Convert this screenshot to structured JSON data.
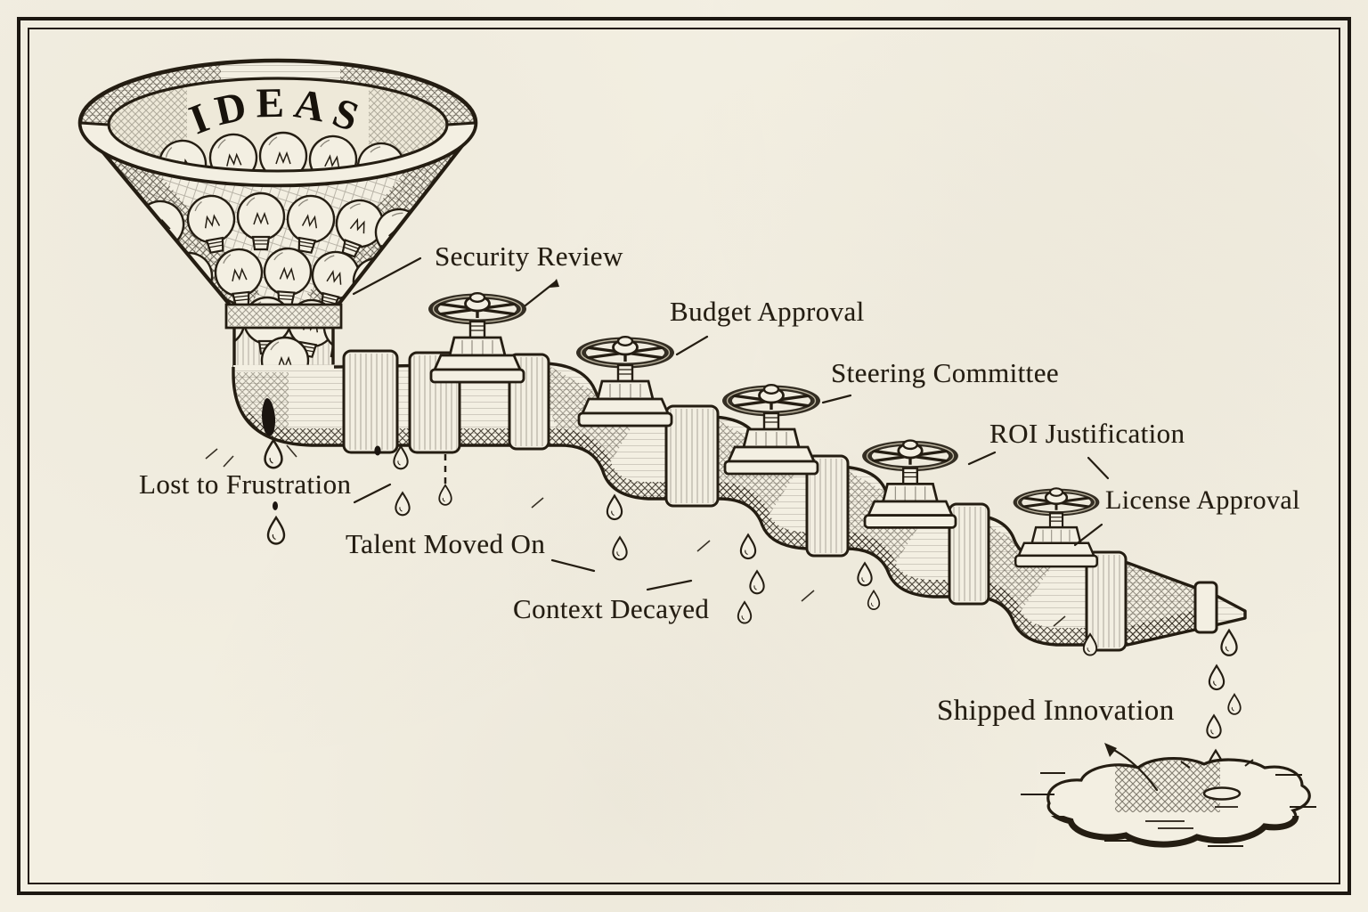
{
  "illustration": {
    "title_funnel": "IDEAS",
    "valves": [
      {
        "label": "Security Review"
      },
      {
        "label": "Budget Approval"
      },
      {
        "label": "Steering Committee"
      },
      {
        "label": "ROI Justification"
      },
      {
        "label": "License Approval"
      }
    ],
    "leaks": [
      {
        "label": "Lost to Frustration"
      },
      {
        "label": "Talent Moved On"
      },
      {
        "label": "Context Decayed"
      }
    ],
    "output": {
      "label": "Shipped Innovation"
    },
    "icons": {
      "funnel": "funnel-with-lightbulbs",
      "valve": "handwheel-valve",
      "drip": "teardrop-drop",
      "puddle": "small-puddle",
      "lightbulb": "incandescent-bulb"
    },
    "colors": {
      "paper": "#f3efe2",
      "ink": "#241d12"
    }
  }
}
